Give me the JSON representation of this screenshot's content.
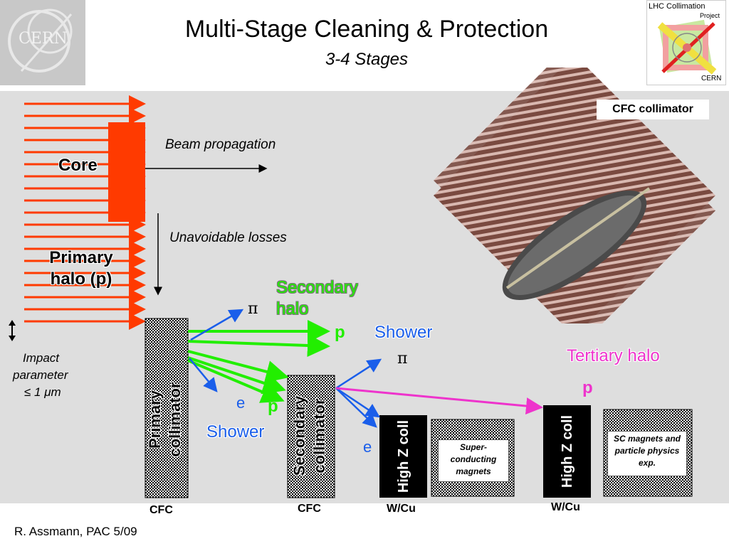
{
  "header": {
    "title": "Multi-Stage Cleaning & Protection",
    "subtitle": "3-4 Stages",
    "left_logo_text": "CERN",
    "right_logo": {
      "line1": "LHC Collimation",
      "line2": "Project",
      "line3": "CERN"
    }
  },
  "diagram": {
    "core_label": "Core",
    "primary_halo_label": "Primary halo (p)",
    "beam_propagation": "Beam propagation",
    "unavoidable_losses": "Unavoidable losses",
    "impact_parameter": {
      "line1": "Impact",
      "line2": "parameter",
      "line3": "≤ 1 μm"
    },
    "secondary_halo": "Secondary halo",
    "tertiary_halo": "Tertiary halo",
    "pi_1": "π",
    "pi_2": "π",
    "p_1": "p",
    "p_2": "p",
    "p_3": "p",
    "e_1": "e",
    "e_2": "e",
    "shower_1": "Shower",
    "shower_2": "Shower",
    "primary_collimator": "Primary collimator",
    "secondary_collimator": "Secondary collimator",
    "high_z_1": "High Z coll",
    "high_z_2": "High Z coll",
    "sc_magnets_box": "Super-conducting magnets",
    "sc_physics_box": "SC magnets and particle physics exp.",
    "cfc_1": "CFC",
    "cfc_2": "CFC",
    "wcu_1": "W/Cu",
    "wcu_2": "W/Cu",
    "cfc_collimator_label": "CFC collimator"
  },
  "footer": {
    "author": "R. Assmann, PAC 5/09"
  },
  "colors": {
    "beam_red": "#ff3a00",
    "green": "#22ee00",
    "blue": "#1a5eea",
    "pink": "#ee33cc",
    "panel_gray": "#dedede"
  }
}
